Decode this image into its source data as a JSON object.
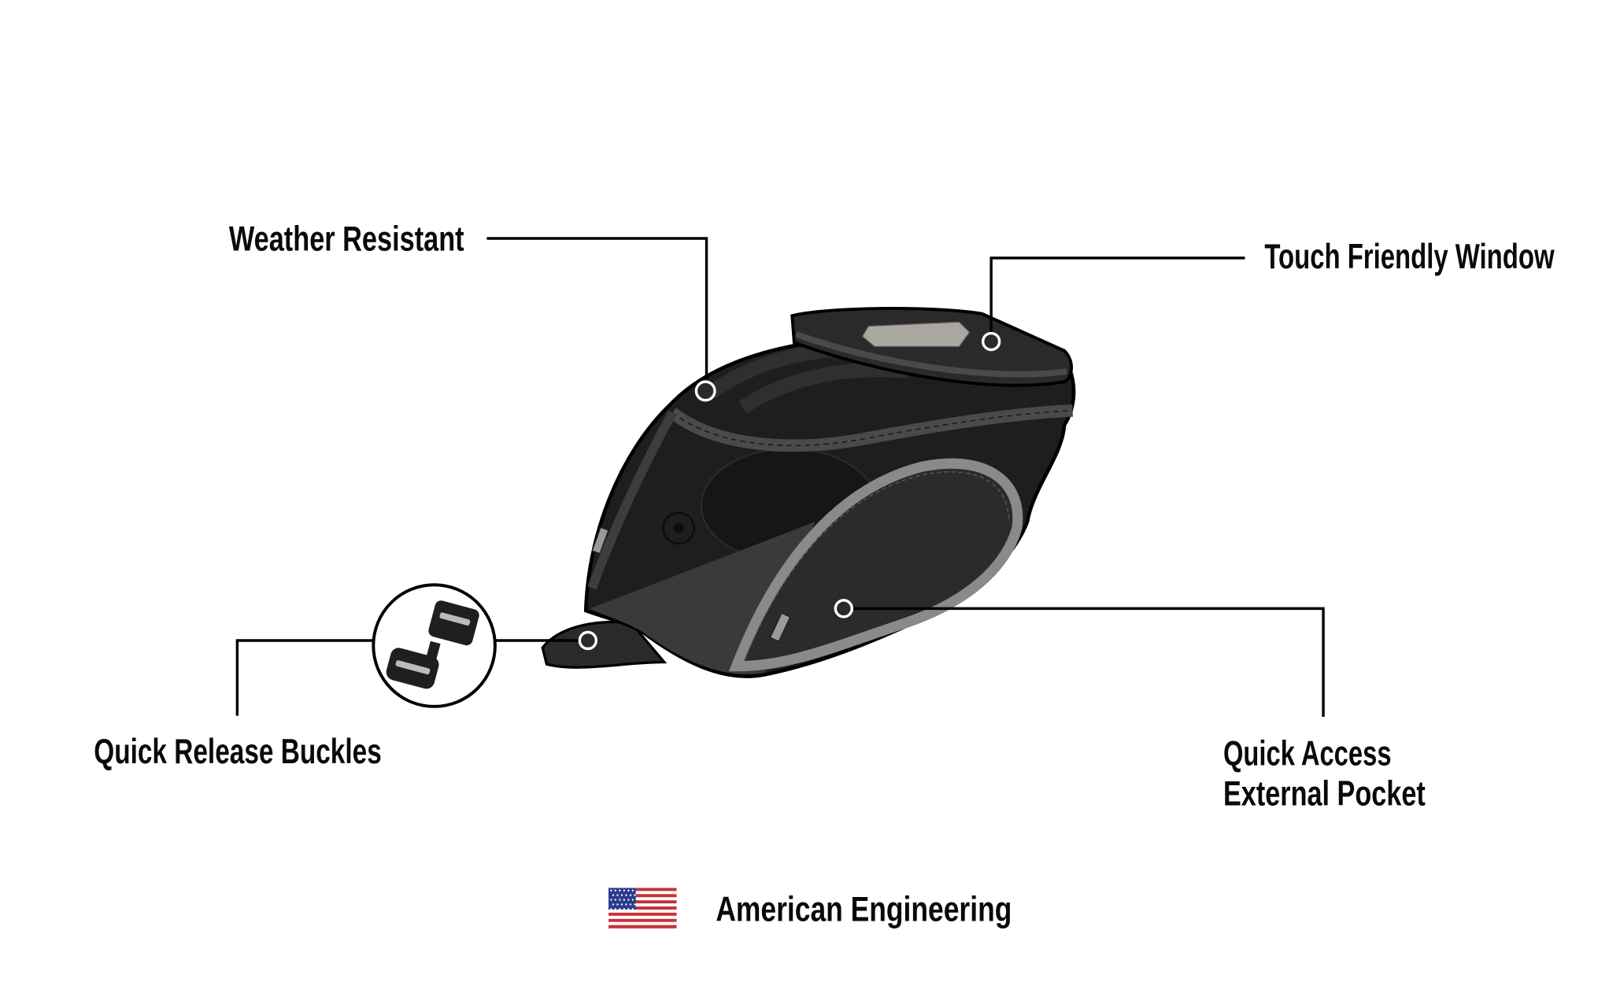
{
  "callouts": {
    "weather": {
      "label": "Weather Resistant"
    },
    "touch": {
      "label": "Touch Friendly Window"
    },
    "buckles": {
      "label": "Quick Release Buckles"
    },
    "pocket": {
      "line1": "Quick Access",
      "line2": "External Pocket"
    }
  },
  "footer": {
    "label": "American Engineering",
    "flag_icon": "us-flag-icon"
  },
  "colors": {
    "bag_body": "#1e1e1f",
    "bag_panel": "#3a3a3b",
    "accent_gray": "#8a8a8c",
    "flag_red": "#c8313a",
    "flag_blue": "#2a3c8c"
  }
}
